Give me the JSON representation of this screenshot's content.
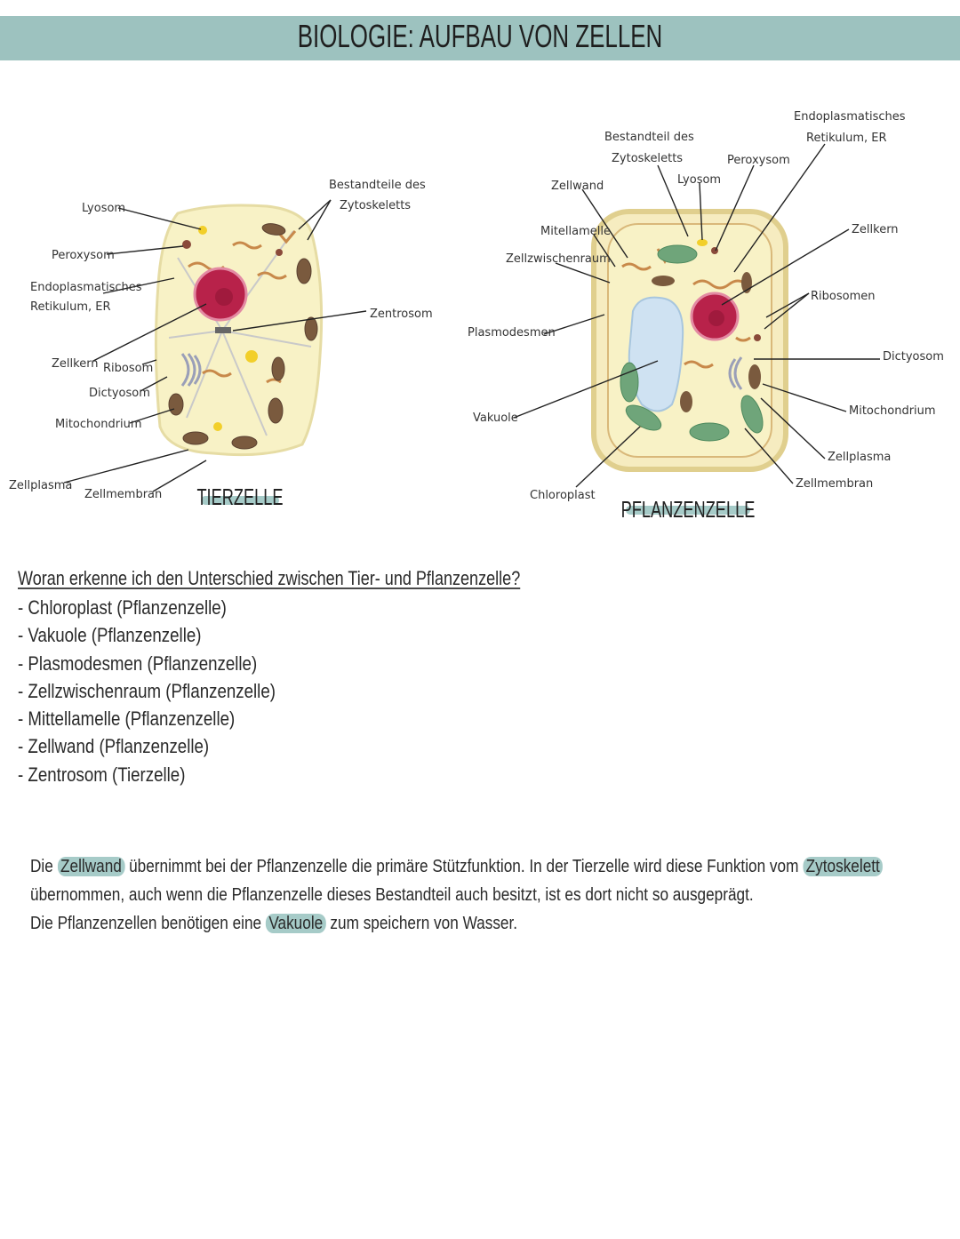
{
  "title": "BIOLOGIE: AUFBAU VON ZELLEN",
  "animal_cell": {
    "caption": "TIERZELLE",
    "labels": {
      "lysosome": "Lyosom",
      "peroxisome": "Peroxysom",
      "er_line1": "Endoplasmatisches",
      "er_line2": "Retikulum, ER",
      "nucleus": "Zellkern",
      "ribosome": "Ribosom",
      "dictyosome": "Dictyosom",
      "mitochondrion": "Mitochondrium",
      "cytoplasm": "Zellplasma",
      "membrane": "Zellmembran",
      "cytoskeleton_line1": "Bestandteile des",
      "cytoskeleton_line2": "Zytoskeletts",
      "centrosome": "Zentrosom"
    }
  },
  "plant_cell": {
    "caption": "PFLANZENZELLE",
    "labels": {
      "cytoskeleton_line1": "Bestandteil des",
      "cytoskeleton_line2": "Zytoskeletts",
      "cell_wall": "Zellwand",
      "lysosome": "Lyosom",
      "peroxisome": "Peroxysom",
      "er_line1": "Endoplasmatisches",
      "er_line2": "Retikulum, ER",
      "middle_lamella": "Mitellamelle",
      "intercellular_space": "Zellzwischenraum",
      "nucleus": "Zellkern",
      "ribosomes": "Ribosomen",
      "plasmodesmata": "Plasmodesmen",
      "dictyosome": "Dictyosom",
      "vacuole": "Vakuole",
      "mitochondrion": "Mitochondrium",
      "cytoplasm": "Zellplasma",
      "membrane": "Zellmembran",
      "chloroplast": "Chloroplast"
    }
  },
  "question": "Woran erkenne ich den Unterschied zwischen Tier- und Pflanzenzelle?",
  "differences": [
    "- Chloroplast (Pflanzenzelle)",
    "- Vakuole (Pflanzenzelle)",
    "- Plasmodesmen (Pflanzenzelle)",
    "- Zellzwischenraum (Pflanzenzelle)",
    "- Mittellamelle (Pflanzenzelle)",
    "- Zellwand (Pflanzenzelle)",
    "- Zentrosom (Tierzelle)"
  ],
  "paragraph": {
    "l1_a": "Die ",
    "l1_hl1": "Zellwand",
    "l1_b": " übernimmt bei der Pflanzenzelle die primäre Stützfunktion. In der Tierzelle wird diese Funktion vom ",
    "l1_hl2": "Zytoskelett",
    "l2": "übernommen, auch wenn die Pflanzenzelle dieses Bestandteil auch besitzt, ist es dort nicht so ausgeprägt.",
    "l3_a": "Die Pflanzenzellen benötigen eine ",
    "l3_hl": "Vakuole",
    "l3_b": " zum speichern von Wasser."
  },
  "colors": {
    "header": "#9dc2bf",
    "highlight": "#a6cbc8",
    "cytoplasm": "#f8f2c6",
    "nucleus": "#b8224a",
    "chloroplast": "#6fa57a",
    "vacuole": "#cfe2f2",
    "mitochondrion": "#7a5a3e"
  }
}
